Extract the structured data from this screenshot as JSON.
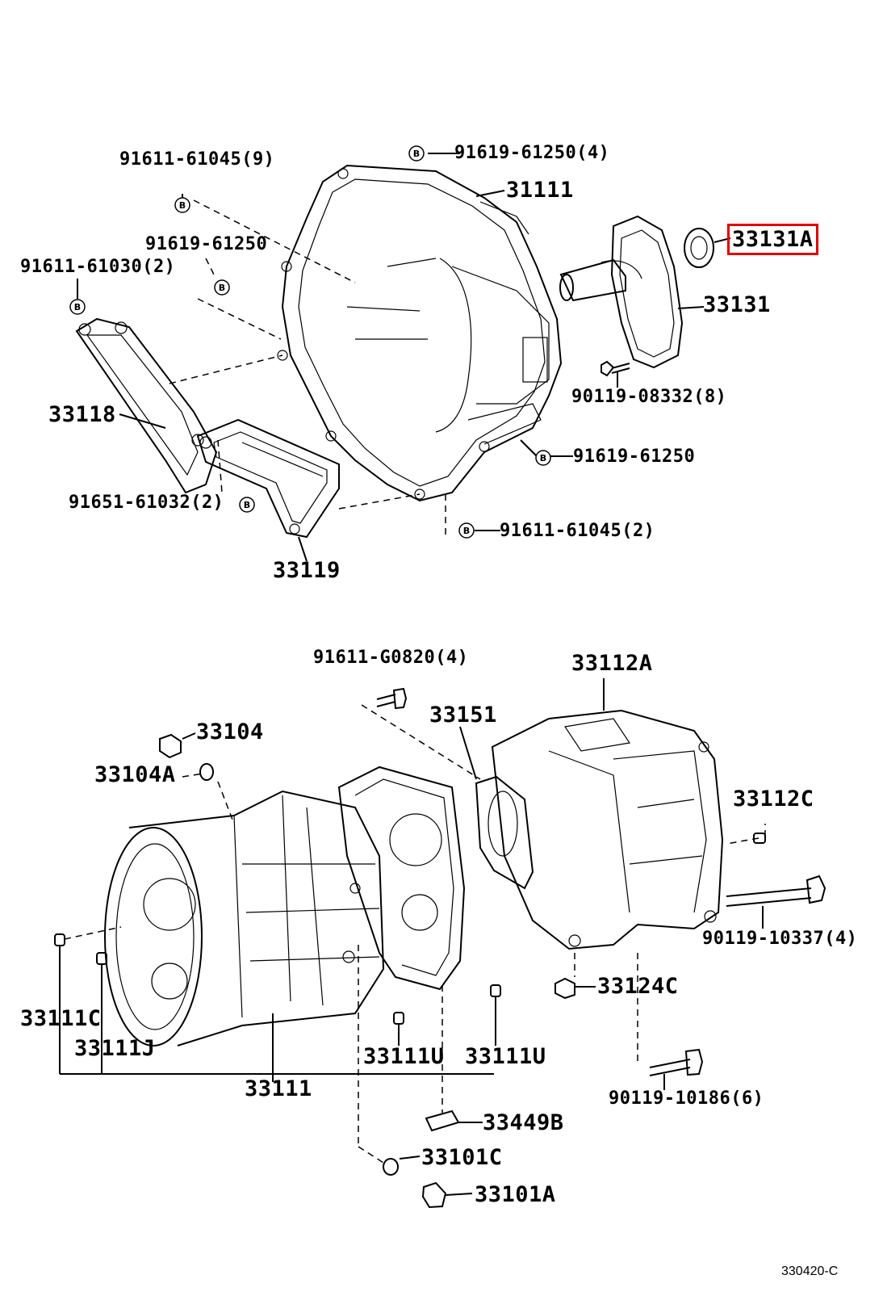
{
  "diagram": {
    "bolt_symbol": "B",
    "labels": {
      "top_bolt_1": "91611-61045(9)",
      "top_bolt_2": "91619-61250(4)",
      "bellhousing": "31111",
      "bolt_3": "91619-61250",
      "bolt_4": "91611-61030(2)",
      "seal_highlighted": "33131A",
      "retainer": "33131",
      "bolt_retainer": "90119-08332(8)",
      "stiffener_left": "33118",
      "bolt_5": "91619-61250",
      "bolt_6": "91651-61032(2)",
      "bolt_7": "91611-61045(2)",
      "stiffener_right": "33119",
      "bolt_8": "91611-G0820(4)",
      "extension_housing": "33112A",
      "gasket": "33151",
      "plug": "33104",
      "plug_gasket": "33104A",
      "pin_right": "33112C",
      "bolt_9": "90119-10337(4)",
      "sensor": "33124C",
      "pin_c": "33111C",
      "pin_j": "33111J",
      "pin_u1": "33111U",
      "pin_u2": "33111U",
      "case": "33111",
      "bolt_10": "90119-10186(6)",
      "pin_b": "33449B",
      "drain_gasket": "33101C",
      "drain_plug": "33101A"
    },
    "figure_code": "330420-C",
    "highlight_color": "#e00000"
  }
}
